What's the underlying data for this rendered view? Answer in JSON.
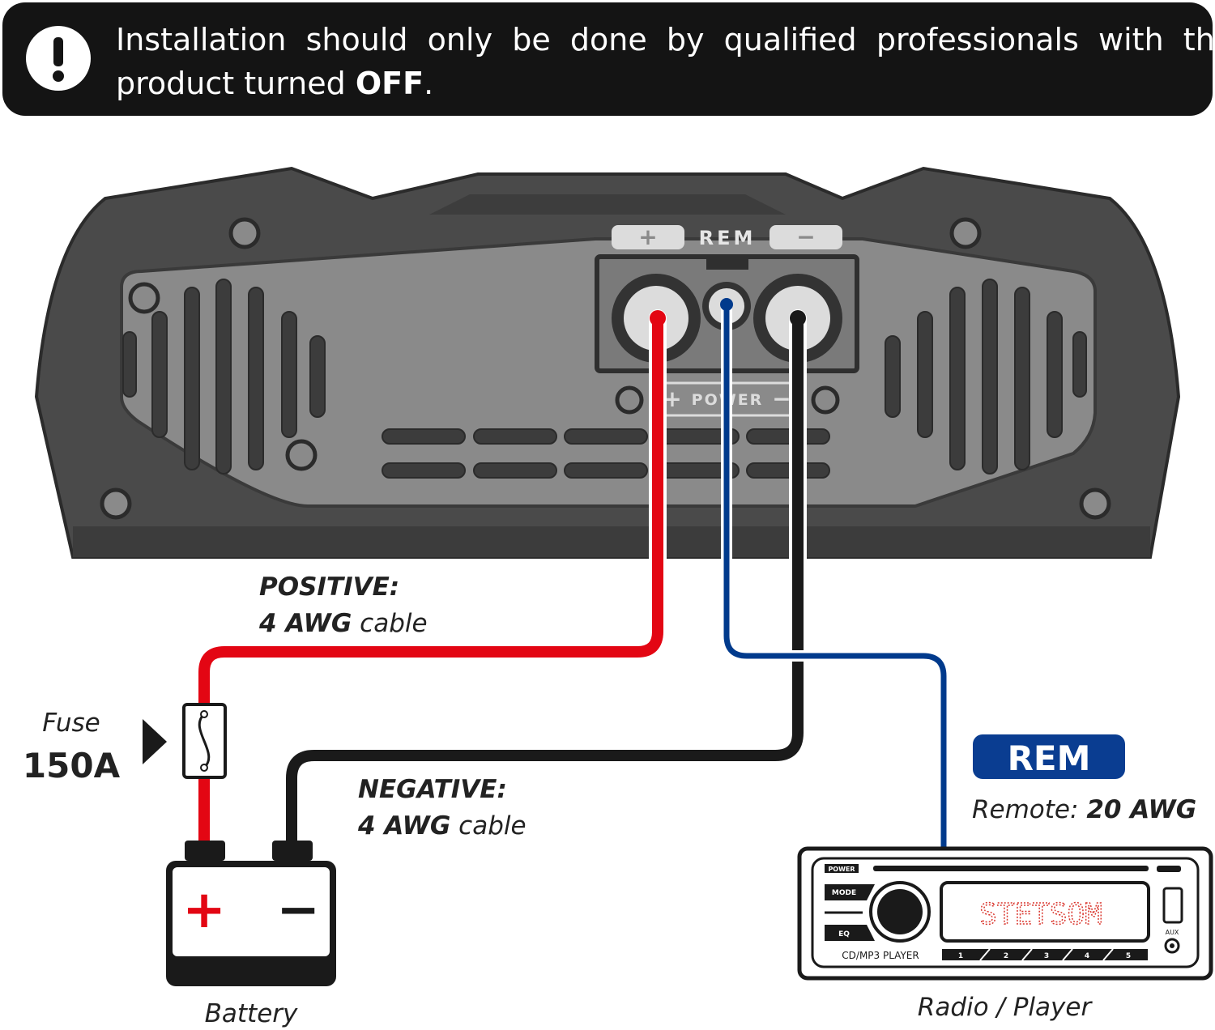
{
  "warning": {
    "icon": "exclamation-icon",
    "line1": "Installation  should  only  be  done  by  qualified  professionals  with  the",
    "line2_prefix": "product turned ",
    "line2_bold": "OFF",
    "line2_suffix": "."
  },
  "amplifier": {
    "rem_label": "REM",
    "rem_plus": "+",
    "rem_minus": "−",
    "power_label": "POWER",
    "power_plus": "+",
    "power_minus": "−"
  },
  "positive": {
    "title": "POSITIVE:",
    "gauge": "4 AWG",
    "unit": " cable"
  },
  "negative": {
    "title": "NEGATIVE:",
    "gauge": "4 AWG",
    "unit": " cable"
  },
  "fuse": {
    "label": "Fuse",
    "rating": "150A"
  },
  "battery": {
    "label": "Battery",
    "plus": "+",
    "minus": "−"
  },
  "remote": {
    "badge": "REM",
    "prefix": "Remote: ",
    "gauge": "20 AWG"
  },
  "radio": {
    "label": "Radio / Player",
    "power": "POWER",
    "mode": "MODE",
    "eq": "EQ",
    "display": "STETSOM",
    "model": "CD/MP3 PLAYER",
    "aux": "AUX",
    "presets": [
      "1",
      "2",
      "3",
      "4",
      "5"
    ]
  },
  "colors": {
    "positive": "#e30613",
    "negative": "#1a1a1a",
    "remote": "#003a8c",
    "badge": "#0a3d91",
    "display": "#d9342b"
  }
}
